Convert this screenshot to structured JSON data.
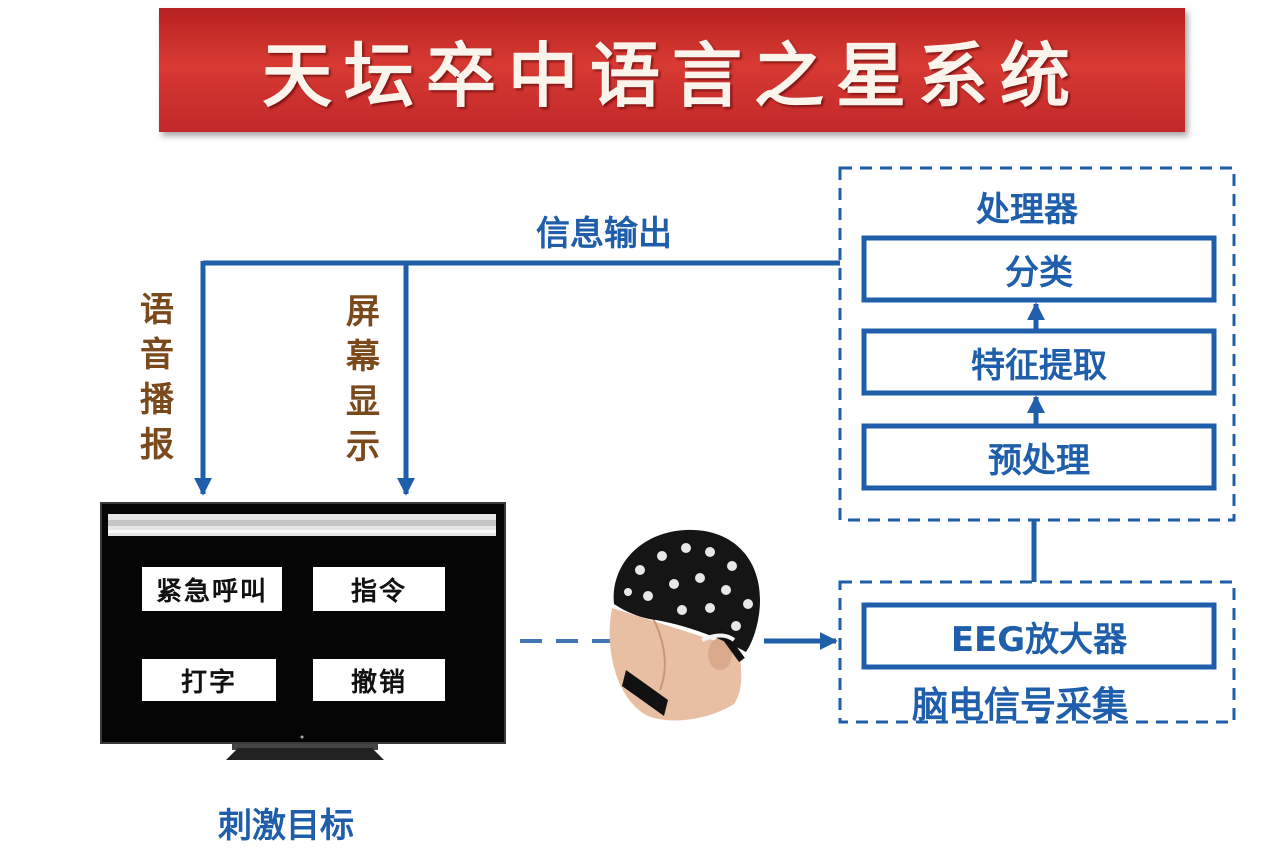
{
  "title": "天坛卒中语言之星系统",
  "labels": {
    "info_output": "信息输出",
    "voice_broadcast": "语音播报",
    "screen_display": "屏幕显示",
    "processor": "处理器",
    "eeg_acquisition": "脑电信号采集",
    "stimulus_target": "刺激目标"
  },
  "processor_steps": [
    "分类",
    "特征提取",
    "预处理"
  ],
  "amplifier": "EEG放大器",
  "screen_buttons": [
    "紧急呼叫",
    "指令",
    "打字",
    "撤销"
  ],
  "colors": {
    "banner": "#c82b2b",
    "flow_blue": "#1f5eaa",
    "label_brown": "#7a4a1c"
  }
}
